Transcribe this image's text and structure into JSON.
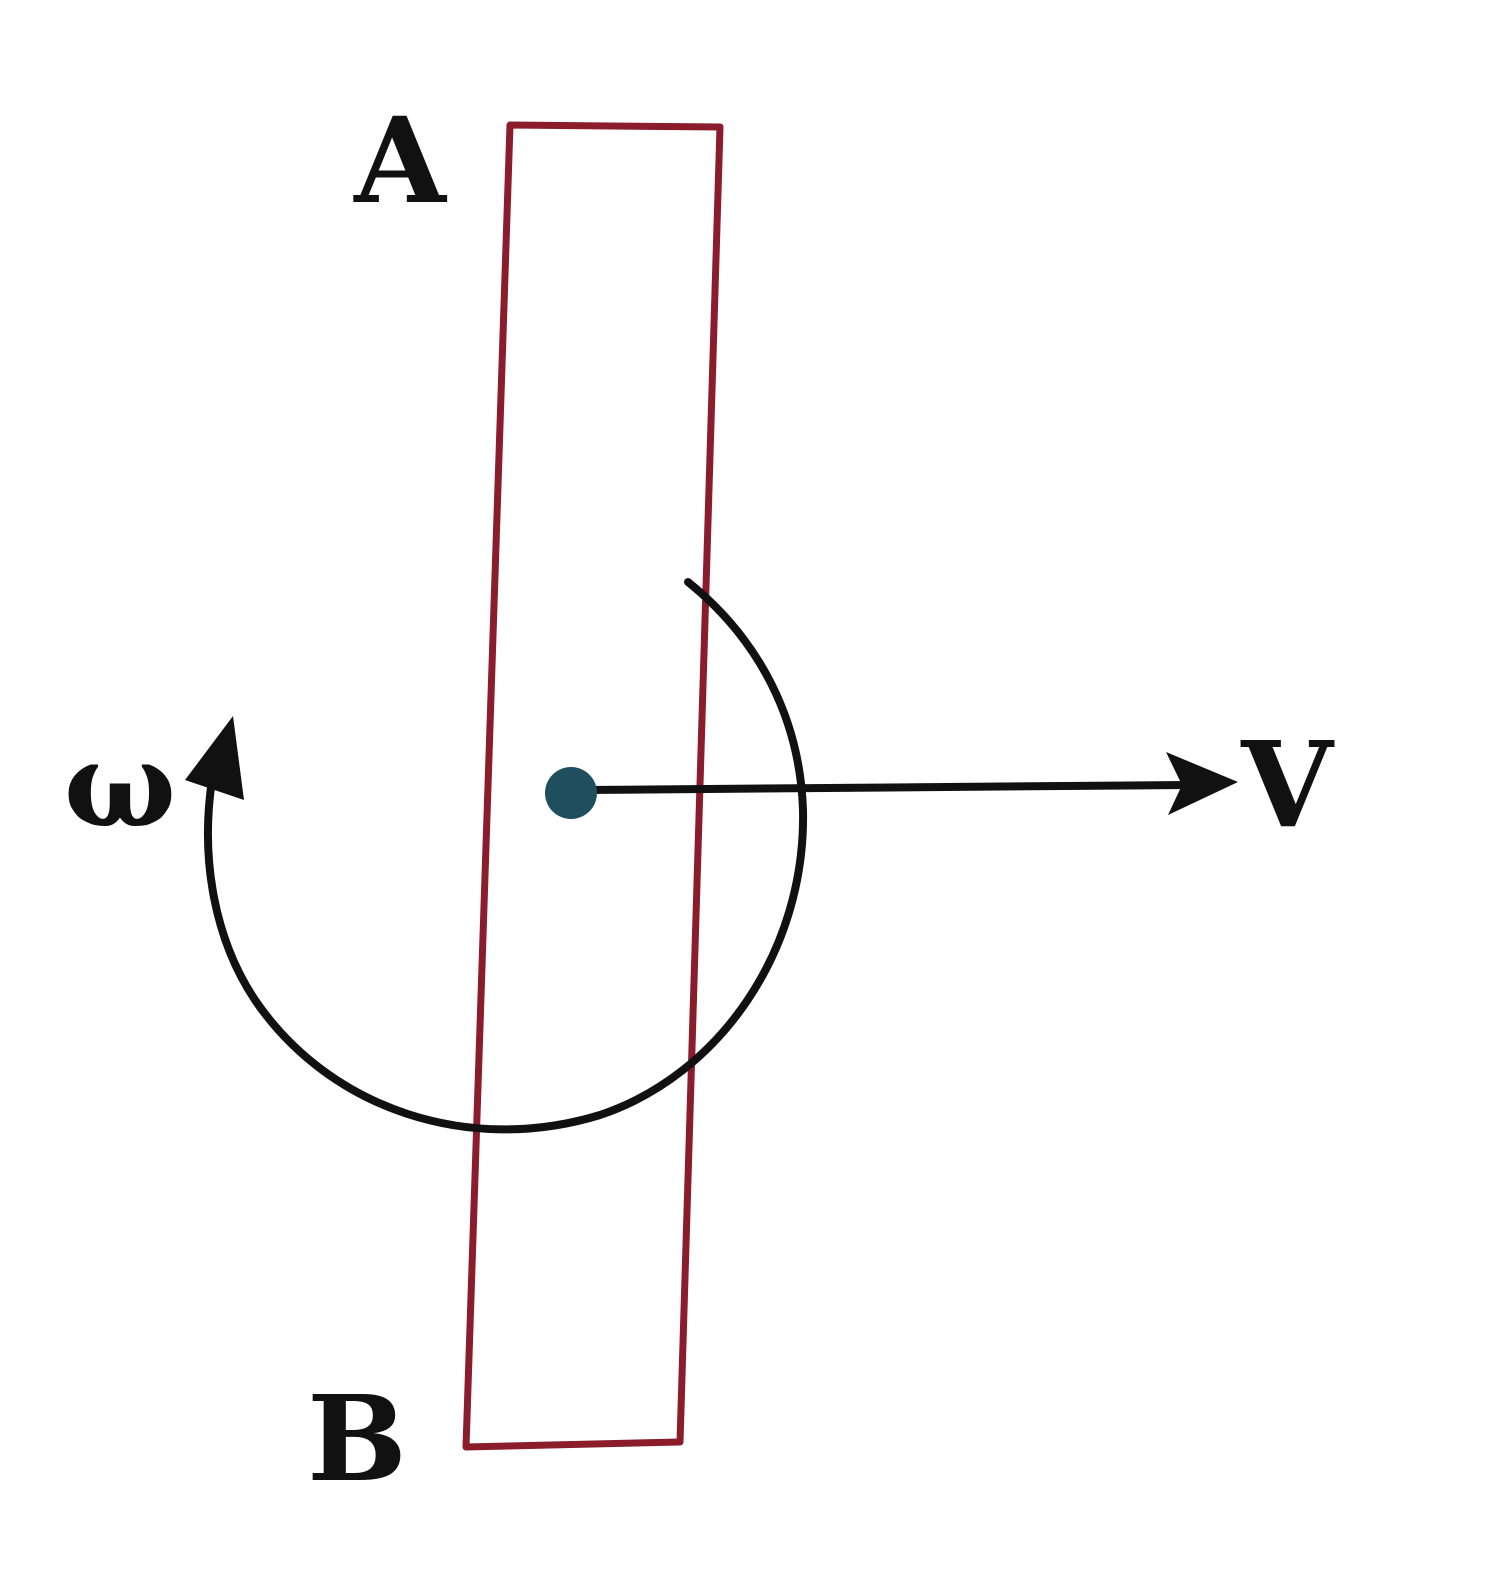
{
  "labels": {
    "end_top": "A",
    "end_bottom": "B",
    "angular_velocity": "ω",
    "velocity": "V"
  },
  "colors": {
    "rod_outline": "#8a1c2b",
    "ink": "#111111",
    "center_dot": "#1f4e5f",
    "background": "#ffffff"
  }
}
